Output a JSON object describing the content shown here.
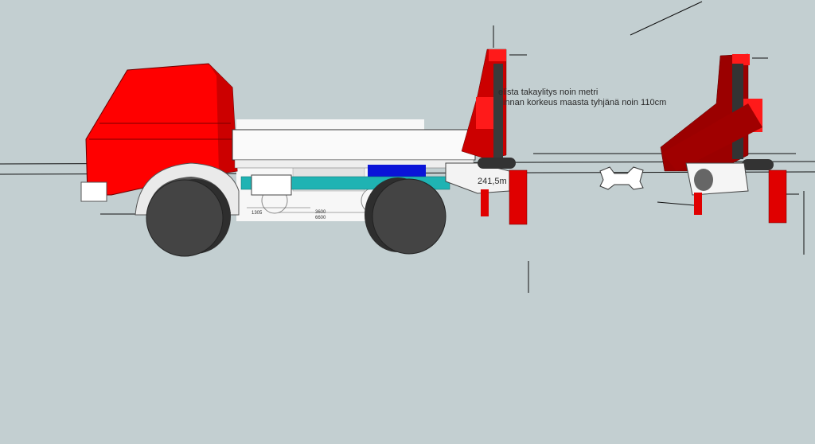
{
  "annotations": {
    "line1": "elista takaylitys noin metri",
    "line2": "innan korkeus maasta tyhjänä noin 110cm",
    "dimension_label": "241,5m"
  },
  "blueprint_dimensions": {
    "d1": "1305",
    "d2": "3600",
    "d3": "6600"
  },
  "colors": {
    "background": "#c3cfd1",
    "cab_red": "#ff0000",
    "dark_red": "#8b0000",
    "tire": "#3a3a3a",
    "frame_teal": "#1fb3b3",
    "blue_block": "#0a14d8"
  }
}
